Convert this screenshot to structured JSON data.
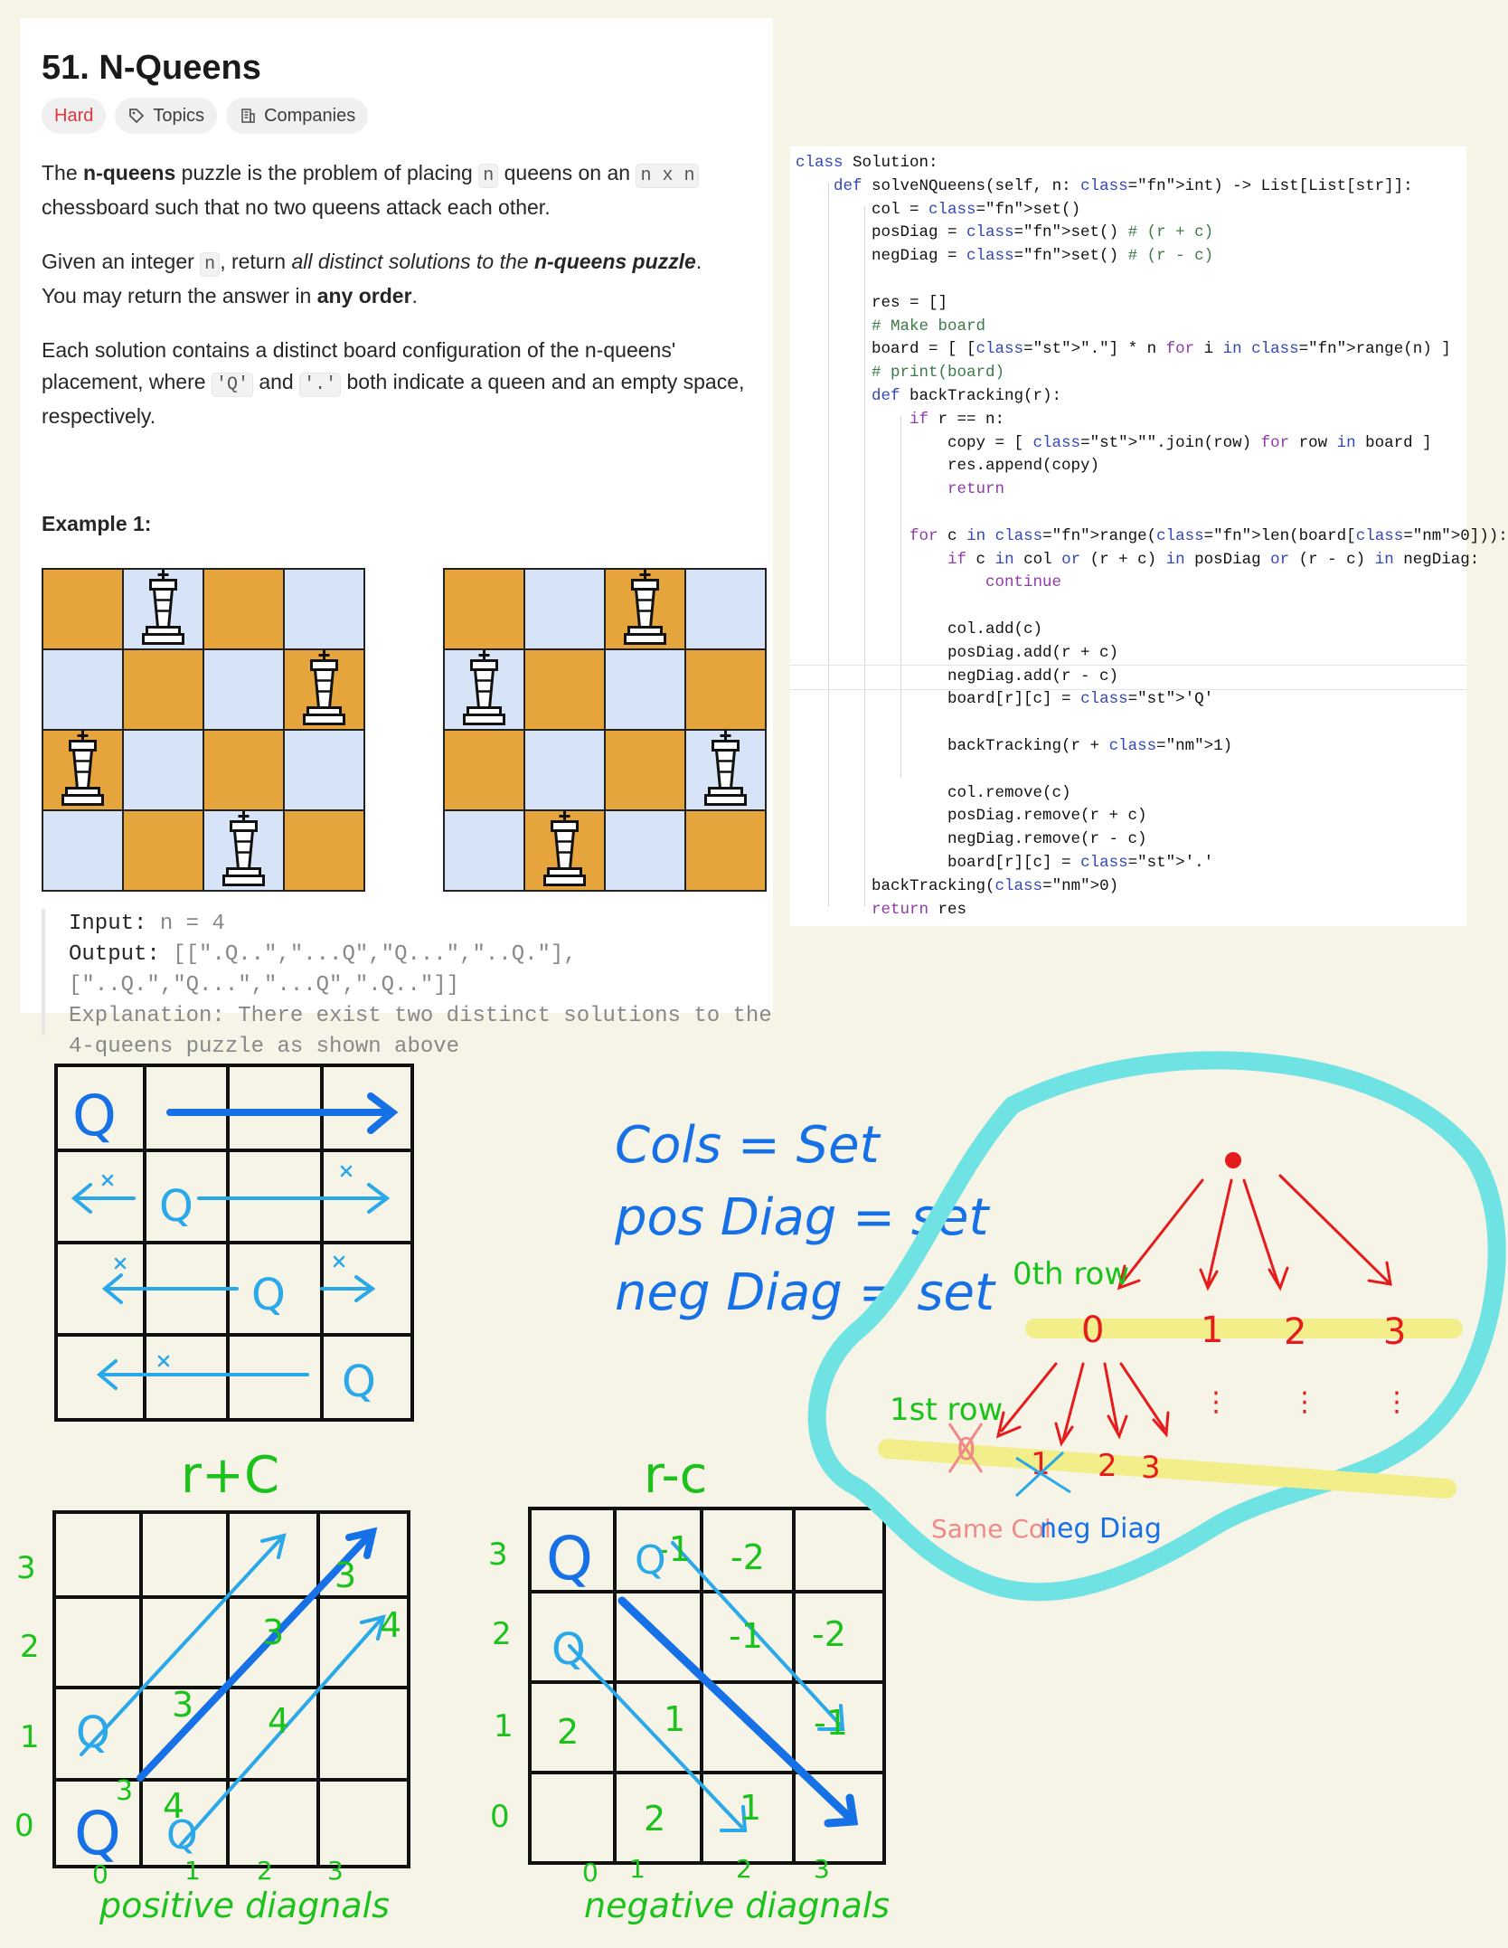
{
  "problem": {
    "title": "51. N-Queens",
    "tags": {
      "difficulty": "Hard",
      "topics": "Topics",
      "companies": "Companies"
    },
    "p1": {
      "a": "The ",
      "b": "n-queens",
      "c": " puzzle is the problem of placing ",
      "code1": "n",
      "d": " queens on an ",
      "code2": "n x n",
      "e": " chessboard such that no two queens attack each other."
    },
    "p2": {
      "a": "Given an integer ",
      "code1": "n",
      "b": ", return ",
      "c": "all distinct solutions to the ",
      "d": "n-queens puzzle",
      "e": ".",
      "f": "You may return the answer in ",
      "g": "any order",
      "h": "."
    },
    "p3": {
      "a": "Each solution contains a distinct board configuration of the n-queens' placement, where ",
      "code1": "'Q'",
      "b": " and ",
      "code2": "'.'",
      "c": " both indicate a queen and an empty space, respectively."
    },
    "example_title": "Example 1:",
    "input_label": "Input:",
    "input_value": " n = 4",
    "output_label": "Output:",
    "output_value": " [[\".Q..\",\"...Q\",\"Q...\",\"..Q.\"],",
    "output_value2": "[\"..Q.\",\"Q...\",\"...Q\",\".Q..\"]]",
    "explanation_cut": "Explanation: There exist two distinct solutions to the 4-queens puzzle as shown above",
    "board_colors": {
      "dark": "#e6a43d",
      "light": "#d7e4f7"
    },
    "boards": [
      {
        "queens_cols_by_row": [
          1,
          3,
          0,
          2
        ]
      },
      {
        "queens_cols_by_row": [
          2,
          0,
          3,
          1
        ]
      }
    ]
  },
  "code_lines": [
    "class Solution:",
    "    def solveNQueens(self, n: int) -> List[List[str]]:",
    "        col = set()",
    "        posDiag = set() # (r + c)",
    "        negDiag = set() # (r - c)",
    "",
    "        res = []",
    "        # Make board",
    "        board = [ [\".\"] * n for i in range(n) ]",
    "        # print(board)",
    "        def backTracking(r):",
    "            if r == n:",
    "                copy = [ \"\".join(row) for row in board ]",
    "                res.append(copy)",
    "                return",
    "",
    "            for c in range(len(board[0])):",
    "                if c in col or (r + c) in posDiag or (r - c) in negDiag:",
    "                    continue",
    "",
    "                col.add(c)",
    "                posDiag.add(r + c)",
    "                negDiag.add(r - c)",
    "                board[r][c] = 'Q'",
    "",
    "                backTracking(r + 1)",
    "",
    "                col.remove(c)",
    "                posDiag.remove(r + c)",
    "                negDiag.remove(r - c)",
    "                board[r][c] = '.'",
    "        backTracking(0)",
    "        return res"
  ],
  "notes": {
    "sets_line1": "Cols = Set",
    "sets_line2": "pos Diag = set",
    "sets_line3": "neg Diag = set",
    "r_plus_c": "r+C",
    "r_minus_c": "r-c",
    "positive_caption": "positive diagnals",
    "negative_caption": "negative diagnals",
    "row_0th": "0th row",
    "row_1st": "1st row",
    "same_col": "Same Col",
    "neg_diag": "neg Diag",
    "ink_colors": {
      "blue": "#1670e6",
      "light_blue": "#2aa8e8",
      "green": "#1cc21c",
      "red": "#e61b1b",
      "cyan": "#6fe3e3",
      "yellow": "#f2ee8a",
      "pink": "#f08a8a"
    }
  }
}
